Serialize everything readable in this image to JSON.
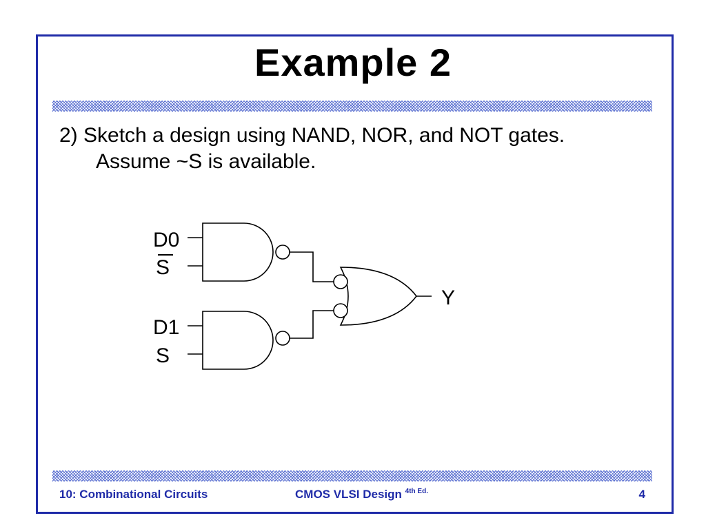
{
  "slide": {
    "title": "Example 2",
    "prompt_line1": "2) Sketch a design using NAND, NOR, and NOT gates.",
    "prompt_line2": "Assume ~S is available."
  },
  "diagram": {
    "labels": {
      "d0": "D0",
      "s_bar": "S",
      "d1": "D1",
      "s": "S",
      "y": "Y"
    }
  },
  "footer": {
    "left": "10: Combinational Circuits",
    "center": "CMOS VLSI Design",
    "center_sup": "4th Ed.",
    "page": "4"
  },
  "colors": {
    "frame": "#1f2ba8",
    "footer_text": "#1f2ba8",
    "rule_pattern": "#5a6fd0"
  }
}
